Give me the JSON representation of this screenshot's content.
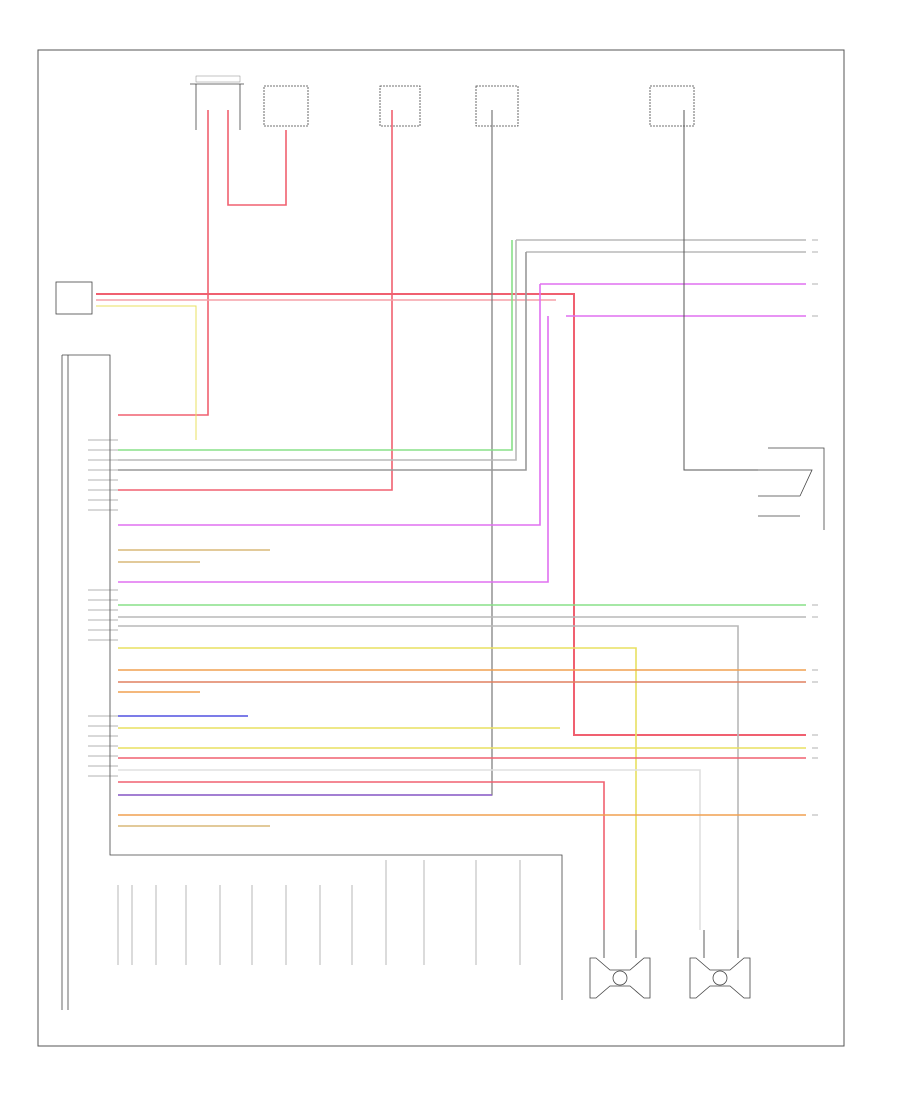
{
  "colors": {
    "red": "#f06070",
    "pink_light": "#f5a0a8",
    "green": "#88e088",
    "gray": "#b8b8b8",
    "gray_dark": "#777777",
    "magenta": "#e070f0",
    "yellow": "#e8e060",
    "orange": "#f0a050",
    "tan": "#d8b878",
    "blue": "#5050e0",
    "purple": "#9060d0",
    "black": "#333333"
  },
  "icons": [
    "ground-symbol",
    "fuse-symbol",
    "speaker-symbol",
    "connector-arrow"
  ]
}
